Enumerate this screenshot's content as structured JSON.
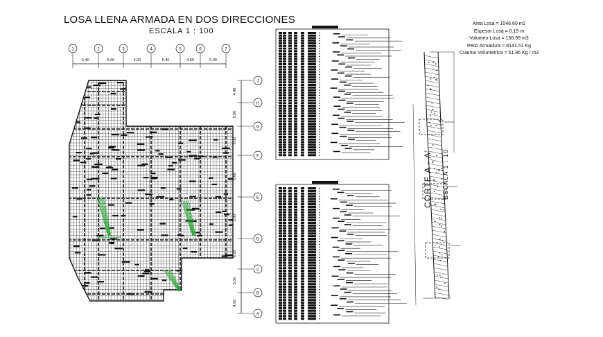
{
  "drawing": {
    "title": "LOSA LLENA ARMADA EN DOS DIRECCIONES",
    "scale": "ESCALA 1 : 100"
  },
  "plan": {
    "top_axes": [
      "1",
      "2",
      "3",
      "4",
      "5",
      "6",
      "7"
    ],
    "top_dims": [
      "5.40",
      "5.00",
      "6.00",
      "5.40",
      "4.50",
      "5.00"
    ],
    "side_axes": [
      "J",
      "H",
      "G",
      "F",
      "E",
      "D",
      "C",
      "B",
      "A"
    ],
    "side_dims": [
      "4.40",
      "5.00",
      "6.00",
      "6.00",
      "5.00",
      "6.20",
      "5.00",
      "4.00"
    ],
    "accent_color": "#1fa02a"
  },
  "summary": {
    "lines": [
      "Area Losa = 1046.60 m2",
      "Espesor Losa = 0.15 m",
      "Volumen Losa = 156.99 m3",
      "Peso Armadura = 8141.51 Kg",
      "Cuantia Volumetrica = 51.86 Kg / m3"
    ]
  },
  "section": {
    "title": "CORTE A - A'",
    "scale": "ESCALA 1 : 10"
  }
}
